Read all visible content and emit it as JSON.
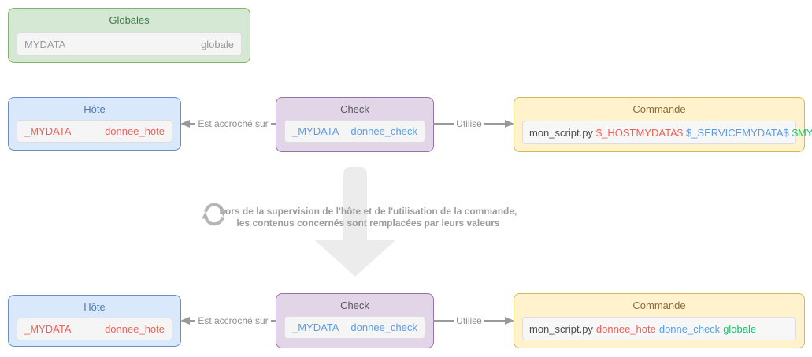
{
  "palette": {
    "green_node": {
      "fill": "#d5e8d4",
      "stroke": "#82b366",
      "title_color": "#45794a"
    },
    "blue_node": {
      "fill": "#dae8fc",
      "stroke": "#6c8ebf",
      "title_color": "#5178b4"
    },
    "purple_node": {
      "fill": "#e1d5e7",
      "stroke": "#9673a6",
      "title_color": "#595959"
    },
    "yellow_node": {
      "fill": "#fff2cc",
      "stroke": "#d6b656",
      "title_color": "#8a6d3b"
    },
    "field_background": "#f5f5f5",
    "gray_text": "#999999",
    "red_text": "#ee5f58",
    "blue_text": "#5d9de8",
    "green_text": "#18c46d",
    "dark_text": "#4c4c4c",
    "edge_color": "#999999",
    "caption_color": "#9c9c9c",
    "big_arrow_color": "#ececec",
    "refresh_icon_color": "#b5b5b5"
  },
  "globales": {
    "title": "Globales",
    "field": {
      "name": "MYDATA",
      "value": "globale"
    }
  },
  "edges": {
    "host_check_label": "Est accroché sur",
    "utilise_label": "Utilise"
  },
  "top_row": {
    "hote": {
      "title": "Hôte",
      "field": {
        "name": "_MYDATA",
        "value": "donnee_hote"
      }
    },
    "check": {
      "title": "Check",
      "field": {
        "name": "_MYDATA",
        "value": "donnee_check"
      }
    },
    "commande": {
      "title": "Commande",
      "command": {
        "script": "mon_script.py",
        "arg1": "$_HOSTMYDATA$",
        "arg2": "$_SERVICEMYDATA$",
        "arg3": "$MYDATA$"
      }
    }
  },
  "bottom_row": {
    "hote": {
      "title": "Hôte",
      "field": {
        "name": "_MYDATA",
        "value": "donnee_hote"
      }
    },
    "check": {
      "title": "Check",
      "field": {
        "name": "_MYDATA",
        "value": "donnee_check"
      }
    },
    "commande": {
      "title": "Commande",
      "command": {
        "script": "mon_script.py",
        "arg1": "donnee_hote",
        "arg2": "donne_check",
        "arg3": "globale"
      }
    }
  },
  "caption": {
    "icon": "refresh-icon",
    "line1": "Lors de la supervision de l'hôte et de l'utilisation de la commande,",
    "line2": "les contenus concernés sont remplacées par leurs valeurs"
  }
}
